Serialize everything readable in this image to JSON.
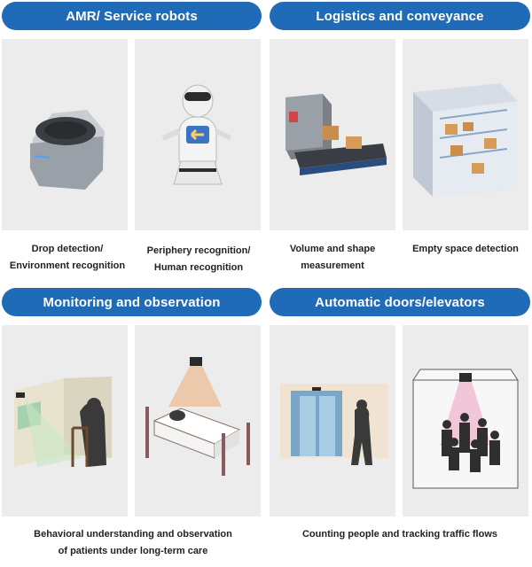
{
  "sections": {
    "amr": {
      "title": "AMR/ Service robots"
    },
    "logistics": {
      "title": "Logistics and conveyance"
    },
    "monitoring": {
      "title": "Monitoring and observation"
    },
    "doors": {
      "title": "Automatic doors/elevators"
    }
  },
  "captions": {
    "drop": [
      "Drop detection/",
      "Environment recognition"
    ],
    "periphery": [
      "Periphery recognition/",
      "Human recognition"
    ],
    "volume": [
      "Volume and shape",
      "measurement"
    ],
    "empty": [
      "Empty space detection"
    ],
    "behavior": [
      "Behavioral understanding and observation",
      "of patients under long-term care"
    ],
    "counting": [
      "Counting people and tracking traffic flows"
    ]
  },
  "colors": {
    "accent": "#1f6bb8",
    "card_bg": "#ececec",
    "sensor_glow": "#f0a060",
    "elevator_glow": "#e46aa0"
  }
}
